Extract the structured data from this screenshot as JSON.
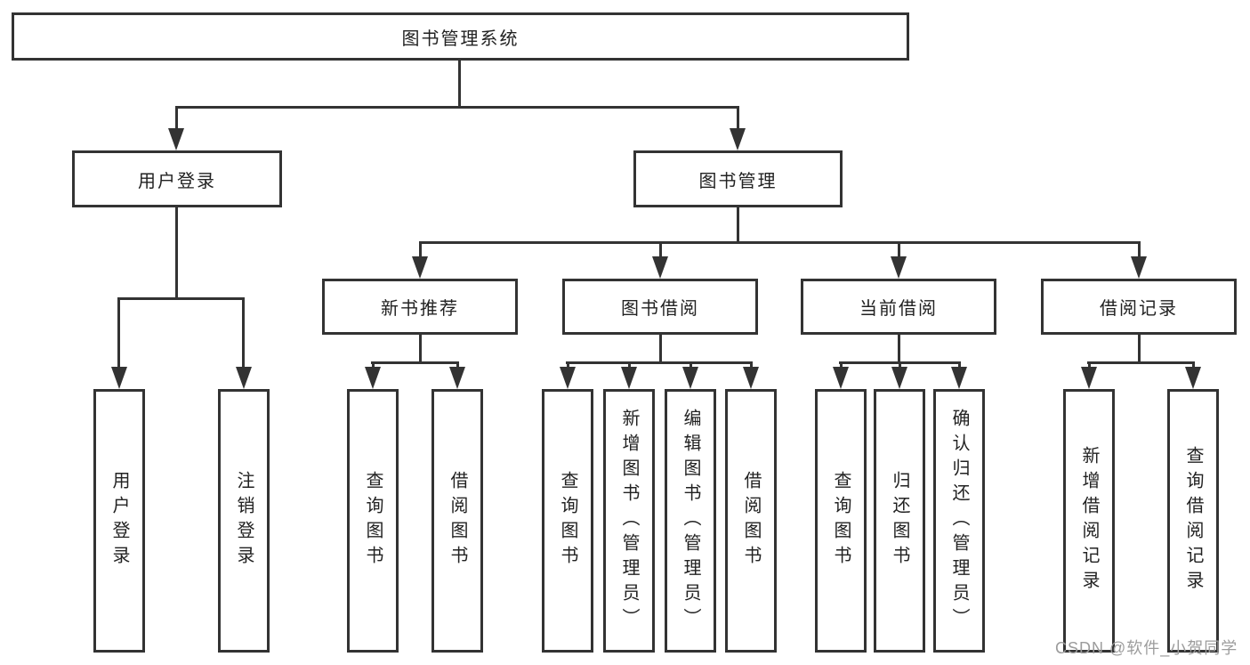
{
  "colors": {
    "line": "#333333",
    "box_border": "#333333",
    "box_fill": "#ffffff",
    "text": "#222222",
    "watermark": "#9c9c9c",
    "background": "#ffffff"
  },
  "watermark": {
    "text": "CSDN @软件_小贺同学"
  },
  "tree": {
    "root": {
      "label": "图书管理系统"
    },
    "branches": [
      {
        "label": "用户登录",
        "children": [
          {
            "label": "用户登录"
          },
          {
            "label": "注销登录"
          }
        ]
      },
      {
        "label": "图书管理",
        "children": [
          {
            "label": "新书推荐",
            "children": [
              {
                "label": "查询图书"
              },
              {
                "label": "借阅图书"
              }
            ]
          },
          {
            "label": "图书借阅",
            "children": [
              {
                "label": "查询图书"
              },
              {
                "label": "新增图书（管理员）"
              },
              {
                "label": "编辑图书（管理员）"
              },
              {
                "label": "借阅图书"
              }
            ]
          },
          {
            "label": "当前借阅",
            "children": [
              {
                "label": "查询图书"
              },
              {
                "label": "归还图书"
              },
              {
                "label": "确认归还（管理员）"
              }
            ]
          },
          {
            "label": "借阅记录",
            "children": [
              {
                "label": "新增借阅记录"
              },
              {
                "label": "查询借阅记录"
              }
            ]
          }
        ]
      }
    ]
  }
}
